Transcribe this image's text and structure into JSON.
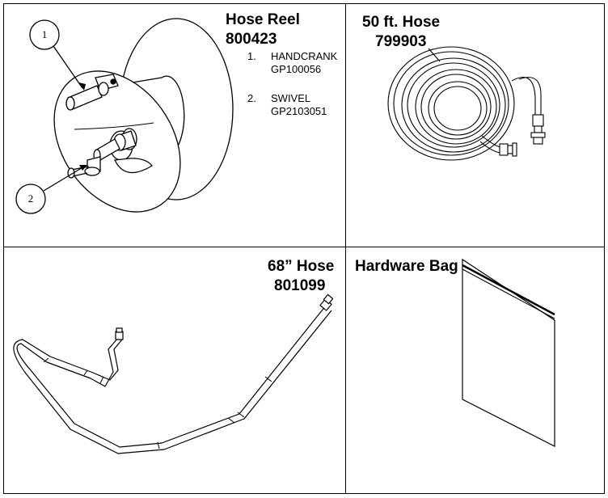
{
  "panels": {
    "hose_reel": {
      "title": "Hose Reel",
      "part_number": "800423",
      "items": [
        {
          "number": "1.",
          "name": "HANDCRANK",
          "part_number": "GP100056"
        },
        {
          "number": "2.",
          "name": "SWIVEL",
          "part_number": "GP2103051"
        }
      ],
      "callouts": [
        "1",
        "2"
      ]
    },
    "hose_50ft": {
      "title": "50 ft. Hose",
      "part_number": "799903"
    },
    "hose_68in": {
      "title": "68” Hose",
      "part_number": "801099"
    },
    "hardware_bag": {
      "title": "Hardware Bag"
    }
  }
}
